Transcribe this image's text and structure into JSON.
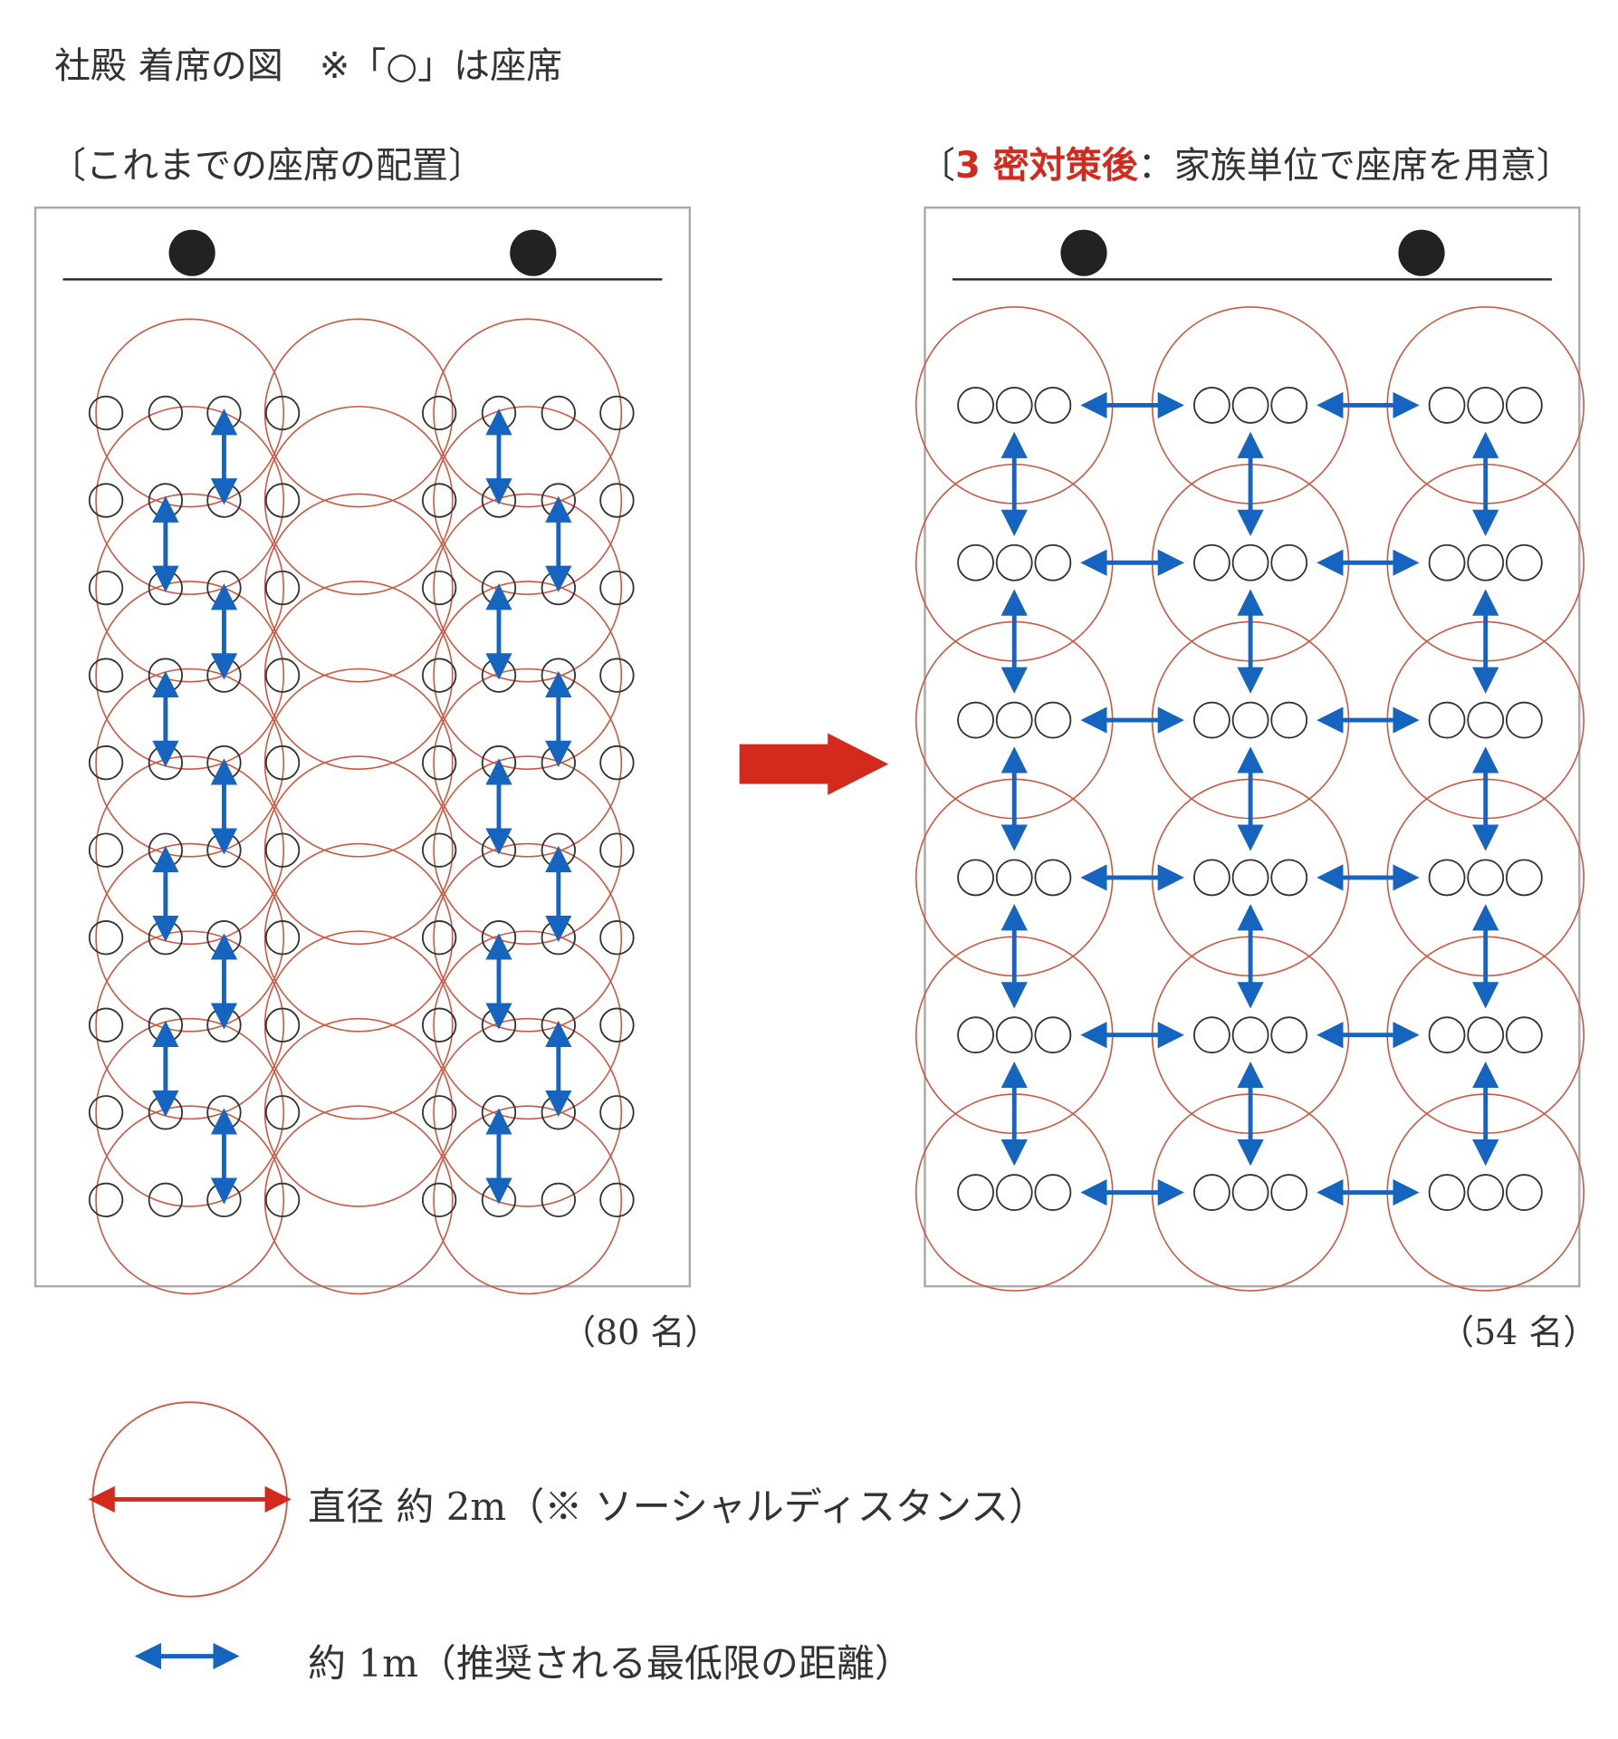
{
  "title": "社殿 着席の図　※「○」は座席",
  "left": {
    "heading": "〔これまでの座席の配置〕",
    "count_label": "（80 名）",
    "seat_rows": 10,
    "seat_cols": 8
  },
  "right": {
    "heading_open": "〔",
    "heading_highlight": "3 密対策後",
    "heading_rest": "：家族単位で座席を用意〕",
    "count_label": "（54 名）",
    "group_rows": 6,
    "group_cols": 3,
    "seats_per_group": 3
  },
  "legend": {
    "diameter_label": "直径 約 2m（※ ソーシャルディスタンス）",
    "distance_label": "約 1m（推奨される最低限の距離）"
  },
  "colors": {
    "circle": "#d0553f",
    "arrow_blue": "#1565c0",
    "arrow_red": "#d42a1e",
    "border": "#aaaaaa",
    "seat": "#333333"
  }
}
